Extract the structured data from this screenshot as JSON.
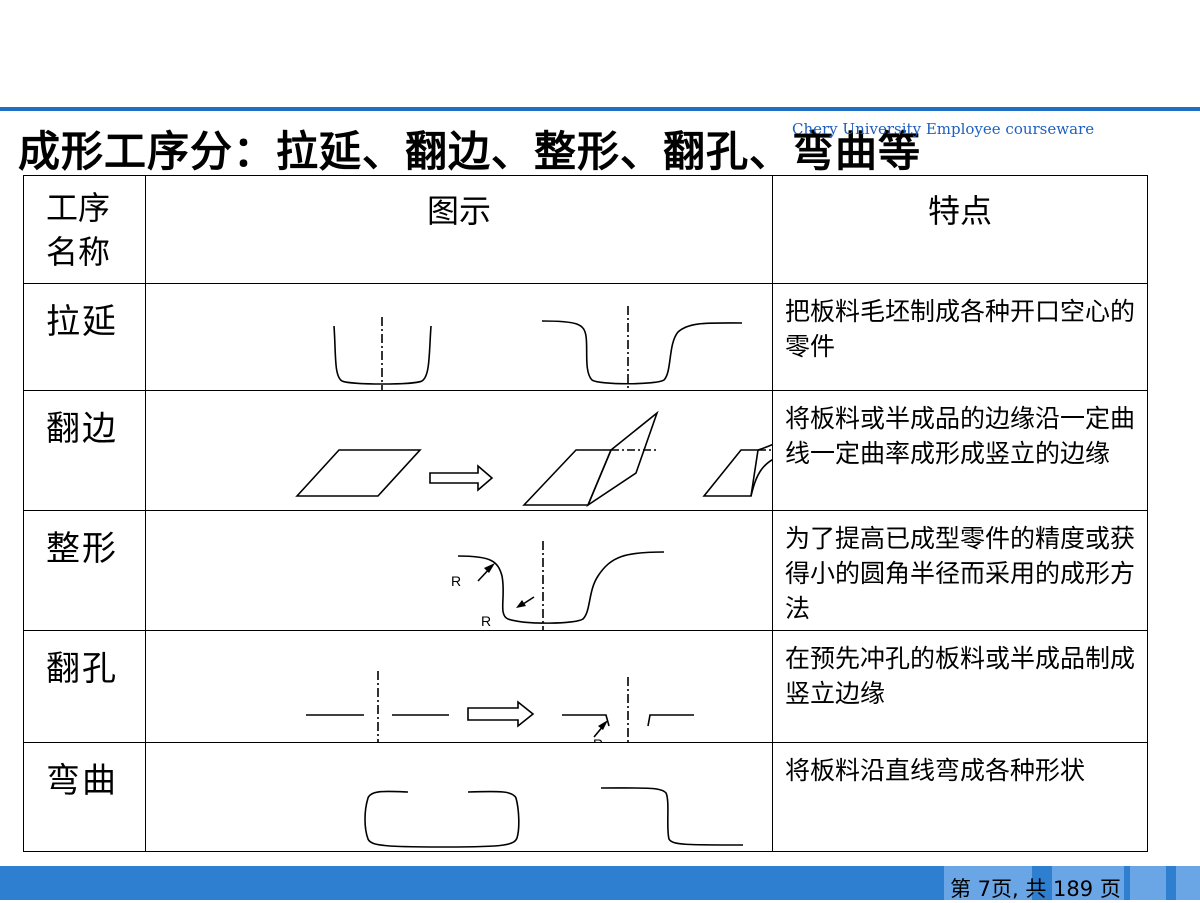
{
  "watermark": "Chery University Employee courseware",
  "title": "成形工序分：拉延、翻边、整形、翻孔、弯曲等",
  "table": {
    "headers": {
      "name_line1": "工序",
      "name_line2": "名称",
      "figure": "图示",
      "features": "特点"
    },
    "rows": [
      {
        "name": "拉延",
        "feature": "把板料毛坯制成各种开口空心的零件"
      },
      {
        "name": "翻边",
        "feature": "将板料或半成品的边缘沿一定曲线一定曲率成形成竖立的边缘"
      },
      {
        "name": "整形",
        "feature": "为了提高已成型零件的精度或获得小的圆角半径而采用的成形方法",
        "fig_labels": [
          "R",
          "R"
        ]
      },
      {
        "name": "翻孔",
        "feature": "在预先冲孔的板料或半成品制成竖立边缘",
        "fig_labels": [
          "R"
        ]
      },
      {
        "name": "弯曲",
        "feature": "将板料沿直线弯成各种形状"
      }
    ]
  },
  "footer": {
    "page_text": "第 7页,  共 189 页"
  }
}
